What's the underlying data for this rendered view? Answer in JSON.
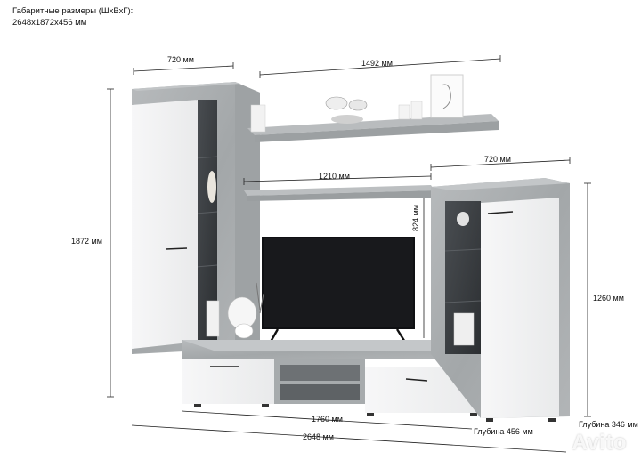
{
  "header": {
    "line1": "Габаритные размеры (ШхВхГ):",
    "line2": "2648х1872х456 мм"
  },
  "dimensions": {
    "left_cabinet_width": "720 мм",
    "top_shelf_width": "1492 мм",
    "right_cabinet_width": "720 мм",
    "mid_shelf_width": "1210 мм",
    "mid_shelf_height": "824 мм",
    "total_height": "1872 мм",
    "right_cabinet_height": "1260 мм",
    "tv_stand_width": "1760 мм",
    "total_width": "2648 мм",
    "depth_stand": "Глубина 456 мм",
    "depth_cabinet": "Глубина 346 мм"
  },
  "watermark": "Avito",
  "colors": {
    "concrete": "#a9acae",
    "white_panel": "#f4f4f5",
    "tv": "#0f1013",
    "dim_line": "#222222"
  }
}
